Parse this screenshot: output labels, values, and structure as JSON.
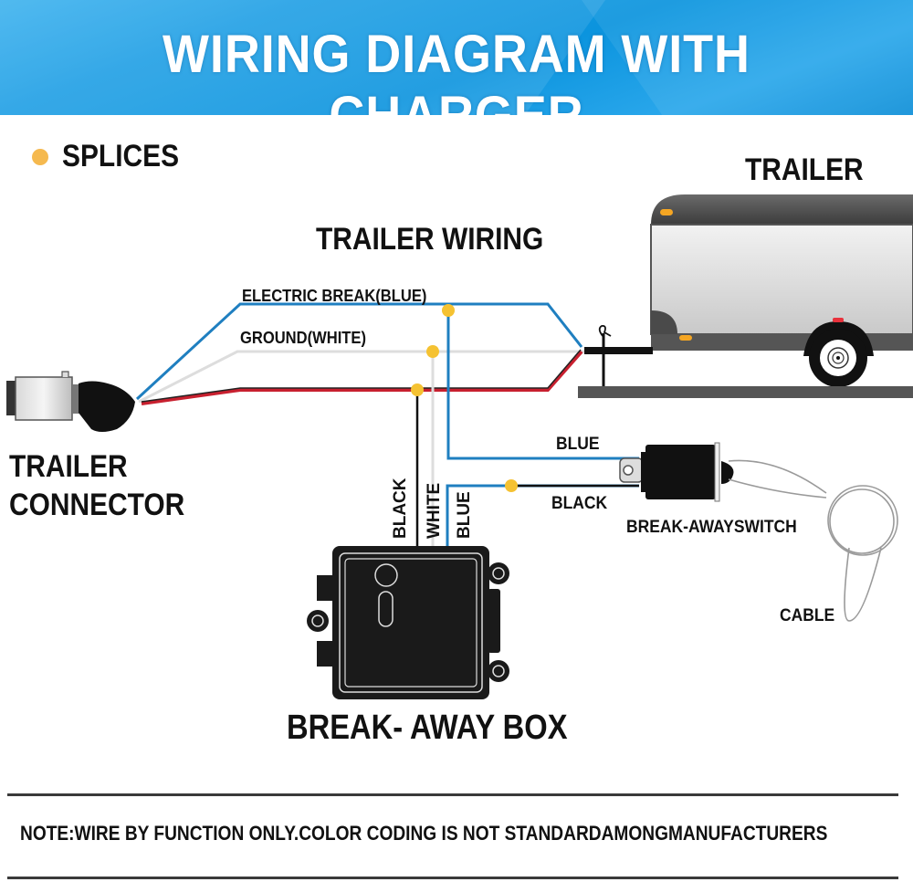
{
  "header": {
    "title": "WIRING DIAGRAM WITH CHARGER"
  },
  "legend": {
    "splice_label": "SPLICES",
    "splice_color": "#f5b94f"
  },
  "sections": {
    "trailer": "TRAILER",
    "trailer_wiring": "TRAILER WIRING",
    "trailer_connector": "TRAILER CONNECTOR",
    "breakaway_box": "BREAK- AWAY BOX",
    "breakaway_switch": "BREAK-AWAYSWITCH",
    "cable": "CABLE"
  },
  "wires": {
    "electric_brake": {
      "label": "ELECTRIC BREAK(BLUE)",
      "color": "#1f7fc0"
    },
    "ground": {
      "label": "GROUND(WHITE)",
      "color": "#dddddd"
    },
    "power": {
      "color": "#c8202f"
    },
    "box_black": {
      "label": "BLACK",
      "color": "#111111"
    },
    "box_white": {
      "label": "WHITE",
      "color": "#dddddd"
    },
    "box_blue": {
      "label": "BLUE",
      "color": "#1f7fc0"
    },
    "switch_blue": {
      "label": "BLUE"
    },
    "switch_black": {
      "label": "BLACK"
    }
  },
  "note": "NOTE:WIRE BY FUNCTION ONLY.COLOR CODING IS NOT STANDARDAMONGMANUFACTURERS"
}
